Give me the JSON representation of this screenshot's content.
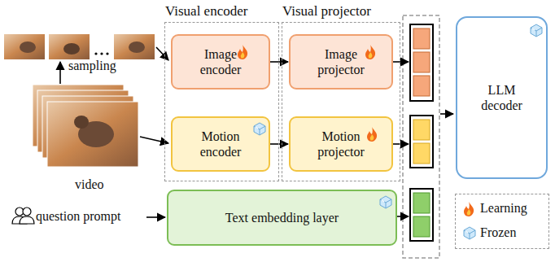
{
  "diagram": {
    "nodes": [
      {
        "text": [
          "Visual encoder"
        ]
      },
      {
        "text": [
          "Image encoder"
        ],
        "in": 0
      },
      {
        "text": [
          "Motion encoder"
        ],
        "in": 0
      },
      {
        "text": [
          "Visual projector"
        ]
      },
      {
        "text": [
          "Image projector"
        ],
        "in": 3
      },
      {
        "text": [
          "Motion projector"
        ],
        "in": 3
      },
      {
        "text": [
          "LLM decoder"
        ]
      },
      {
        "text": [
          "Text embedding layer"
        ]
      }
    ],
    "edges": [
      {
        "from": 1,
        "to": 4,
        "arrow": "to"
      },
      {
        "from": 2,
        "to": 5,
        "arrow": "to"
      }
    ],
    "labels": [
      "sampling",
      "video",
      "question prompt"
    ],
    "legend": [
      {
        "text": "Learning"
      },
      {
        "text": "Frozen"
      }
    ]
  }
}
